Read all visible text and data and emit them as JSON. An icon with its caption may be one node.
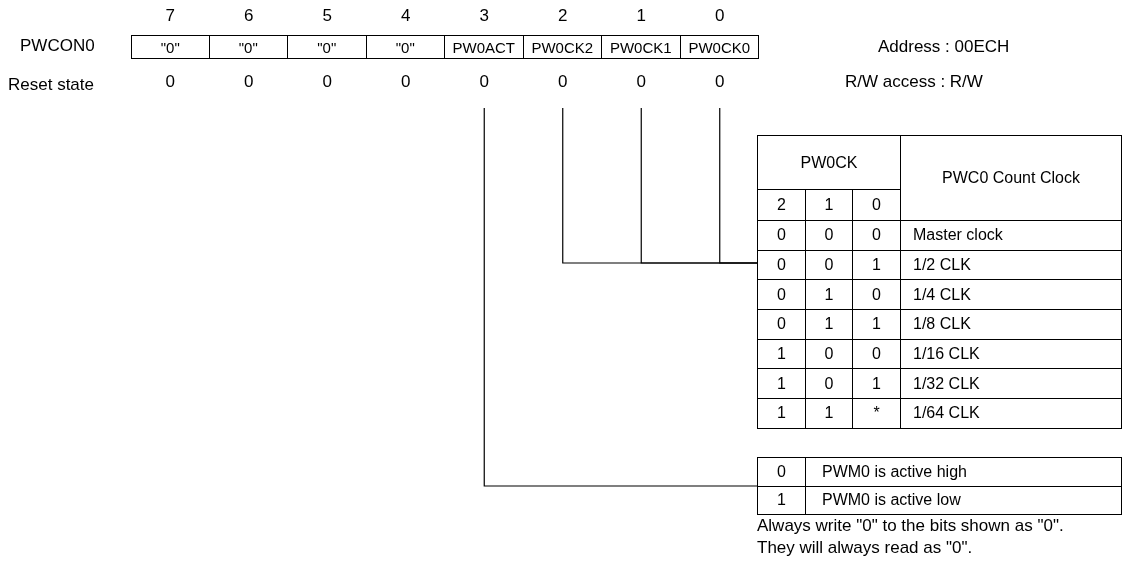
{
  "diagram": {
    "nodes": [
      {
        "text": [
          "\"0\""
        ],
        "beside": [
          "0"
        ]
      },
      {
        "text": [
          "\"0\""
        ],
        "beside": [
          "0"
        ]
      },
      {
        "text": [
          "\"0\""
        ],
        "beside": [
          "0"
        ]
      },
      {
        "text": [
          "\"0\""
        ],
        "beside": [
          "0"
        ]
      },
      {
        "text": [
          "PW0ACT"
        ],
        "beside": [
          "0"
        ]
      },
      {
        "text": [
          "PW0CK2"
        ],
        "beside": [
          "0"
        ]
      },
      {
        "text": [
          "PW0CK1"
        ],
        "beside": [
          "0"
        ]
      },
      {
        "text": [
          "PW0CK0"
        ],
        "beside": [
          "0"
        ]
      },
      {
        "text": [
          "PW0CK",
          "PWC0 Count Clock",
          "2",
          "1",
          "0",
          "0",
          "0",
          "0",
          "Master clock",
          "0",
          "0",
          "1",
          "1/2 CLK",
          "0",
          "1",
          "0",
          "1/4 CLK",
          "0",
          "1",
          "1",
          "1/8 CLK",
          "1",
          "0",
          "0",
          "1/16 CLK",
          "1",
          "0",
          "1",
          "1/32 CLK",
          "1",
          "1",
          "*",
          "1/64 CLK"
        ]
      },
      {
        "text": [
          "0",
          "PWM0 is active high",
          "1",
          "PWM0 is active low"
        ]
      }
    ],
    "edges": [
      {
        "from": 5,
        "to": 8,
        "arrow": "none"
      },
      {
        "from": 6,
        "to": 8,
        "arrow": "none"
      },
      {
        "from": 7,
        "to": 8,
        "arrow": "none"
      },
      {
        "from": 4,
        "to": 9,
        "arrow": "none"
      }
    ],
    "labels": [
      "7",
      "6",
      "5",
      "4",
      "3",
      "2",
      "1",
      "0",
      "PWCON0",
      "Address : 00ECH",
      "Reset state",
      "R/W access : R/W",
      "Always write \"0\" to the bits shown as \"0\".",
      "They will always read as \"0\"."
    ]
  }
}
